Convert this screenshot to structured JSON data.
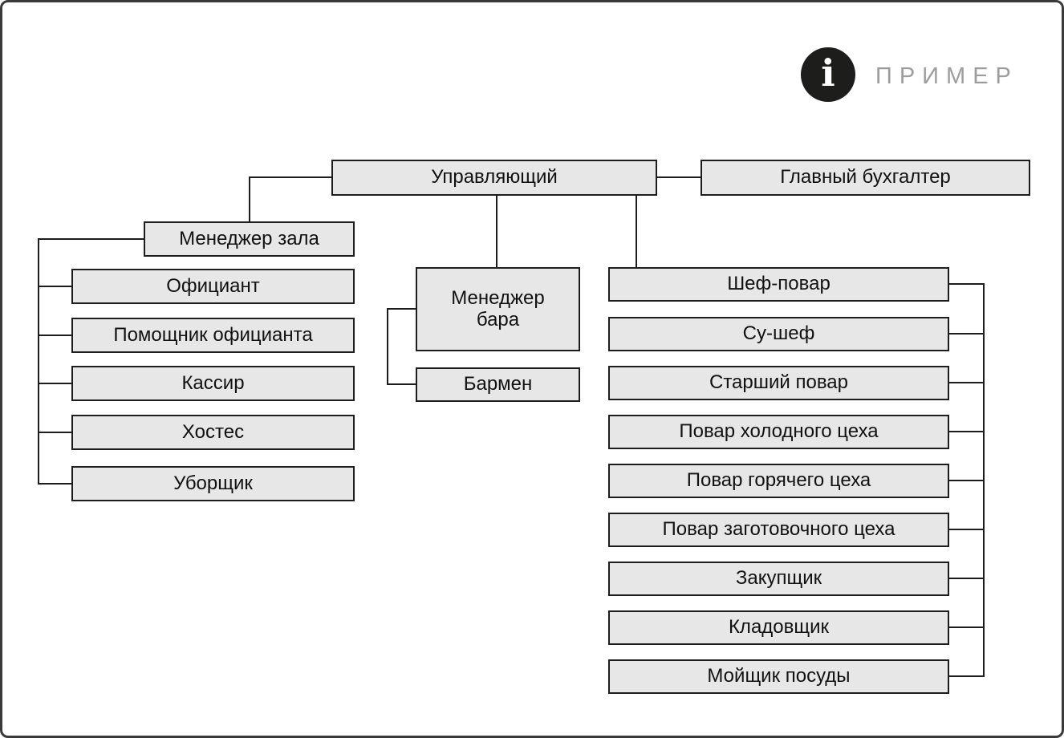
{
  "logo": {
    "glyph": "i",
    "label": "ПРИМЕР"
  },
  "nodes": {
    "root": "Управляющий",
    "accountant": "Главный бухгалтер",
    "hall_manager": "Менеджер зала",
    "waiter": "Официант",
    "waiter_assistant": "Помощник официанта",
    "cashier": "Кассир",
    "hostess": "Хостес",
    "cleaner": "Уборщик",
    "bar_manager": "Менеджер\nбара",
    "bartender": "Бармен",
    "chef": "Шеф-повар",
    "sous_chef": "Су-шеф",
    "senior_cook": "Старший повар",
    "cold_shop_cook": "Повар холодного цеха",
    "hot_shop_cook": "Повар горячего цеха",
    "prep_shop_cook": "Повар заготовочного цеха",
    "purchaser": "Закупщик",
    "storekeeper": "Кладовщик",
    "dishwasher": "Мойщик посуды"
  },
  "hierarchy": {
    "Управляющий": {
      "peers": [
        "Главный бухгалтер"
      ],
      "children": {
        "Менеджер зала": [
          "Официант",
          "Помощник официанта",
          "Кассир",
          "Хостес",
          "Уборщик"
        ],
        "Менеджер бара": [
          "Бармен"
        ],
        "Шеф-повар": [
          "Су-шеф",
          "Старший повар",
          "Повар холодного цеха",
          "Повар горячего цеха",
          "Повар заготовочного цеха",
          "Закупщик",
          "Кладовщик",
          "Мойщик посуды"
        ]
      }
    }
  },
  "colors": {
    "box_fill": "#e8e7e7",
    "box_border": "#1d1d1b",
    "connector": "#1d1d1b",
    "logo_bg": "#1d1d1b",
    "logo_glyph": "#ffffff",
    "logo_label": "#9d9d9c",
    "page_border": "#3a3a39",
    "background": "#ffffff"
  }
}
